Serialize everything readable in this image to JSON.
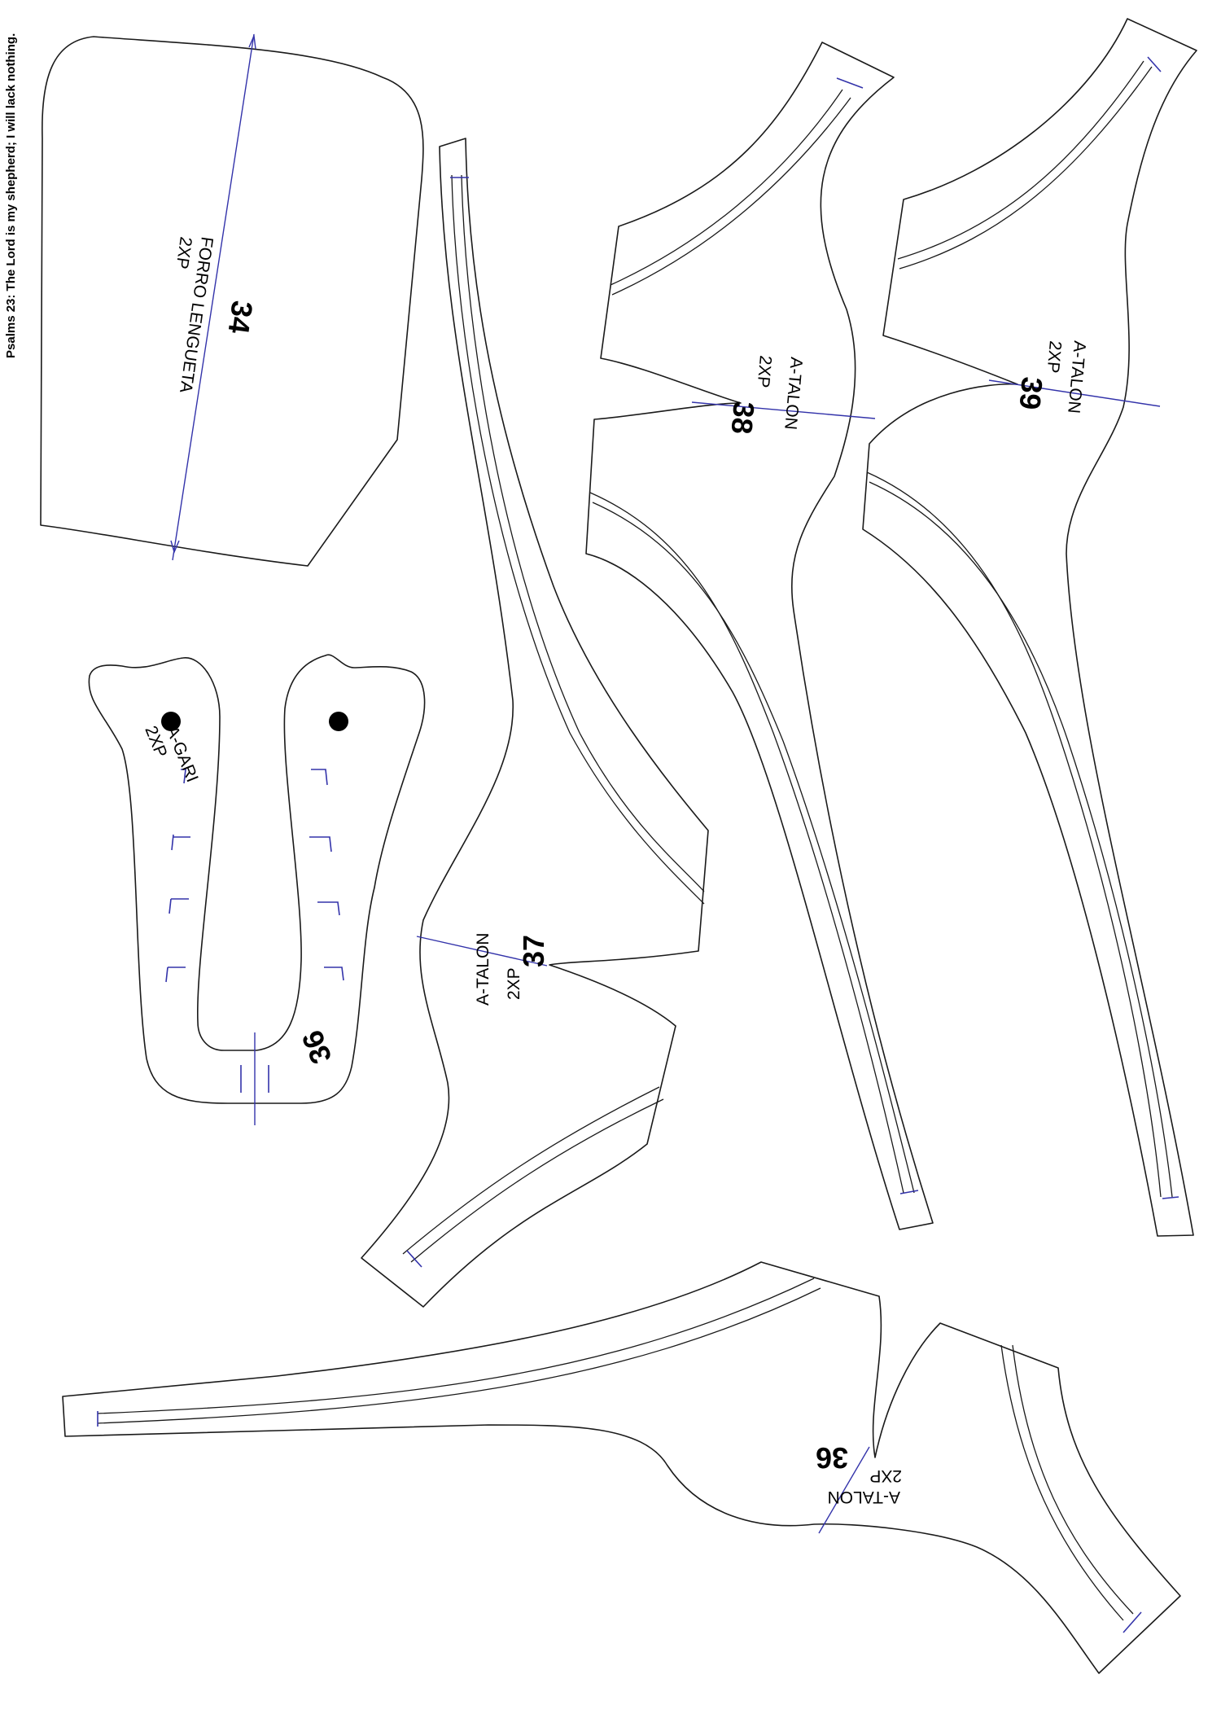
{
  "header": {
    "verse": "Psalms 23: The Lord is my shepherd; I will lack nothing."
  },
  "colors": {
    "outline": "#1a1a1a",
    "grain_line": "#3333aa",
    "background": "#ffffff"
  },
  "pieces": {
    "p34": {
      "number": "34",
      "name": "FORRO LENGUETA",
      "qty": "2XP"
    },
    "p36_gari": {
      "number": "36",
      "name": "A-GARI",
      "qty": "2XP"
    },
    "p37": {
      "number": "37",
      "name": "A-TALON",
      "qty": "2XP"
    },
    "p38": {
      "number": "38",
      "name": "A-TALON",
      "qty": "2XP"
    },
    "p39": {
      "number": "39",
      "name": "A-TALON",
      "qty": "2XP"
    },
    "p36_talon": {
      "number": "36",
      "name": "A-TALON",
      "qty": "2XP"
    }
  }
}
